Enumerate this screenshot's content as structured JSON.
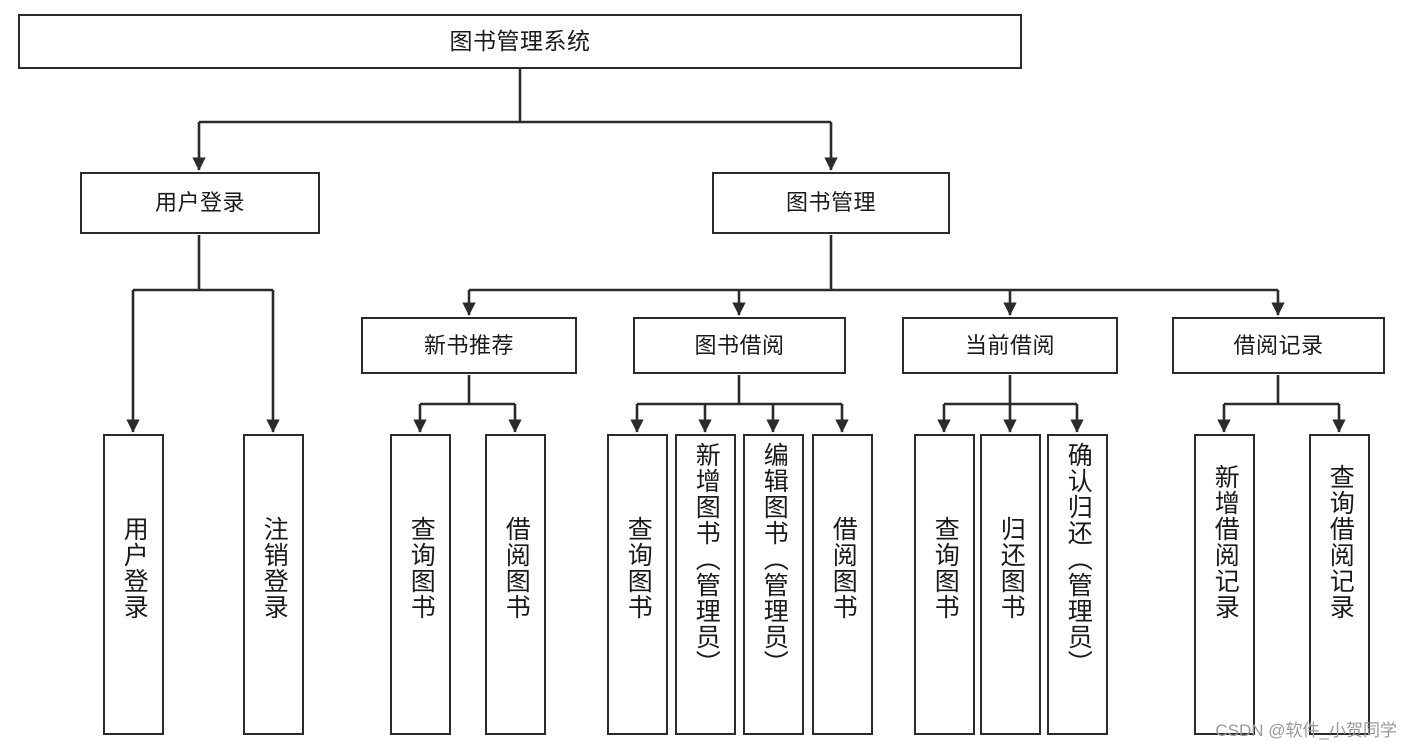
{
  "diagram": {
    "title": "图书管理系统",
    "type": "tree-hierarchy-chart",
    "watermark": "CSDN @软件_小贺同学",
    "colors": {
      "box_border": "#2b2b2b",
      "box_fill": "#ffffff",
      "edge": "#2b2b2b",
      "text": "#1a1a1a",
      "watermark": "#9a9a9a",
      "canvas": "#ffffff"
    },
    "nodes": {
      "root": {
        "label": "图书管理系统"
      },
      "level2": [
        {
          "id": "user-login",
          "label": "用户登录"
        },
        {
          "id": "book-manage",
          "label": "图书管理"
        }
      ],
      "level3": [
        {
          "id": "new-book-recommend",
          "label": "新书推荐"
        },
        {
          "id": "book-borrow",
          "label": "图书借阅"
        },
        {
          "id": "current-borrow",
          "label": "当前借阅"
        },
        {
          "id": "borrow-record",
          "label": "借阅记录"
        }
      ],
      "leaves": {
        "user-login": [
          {
            "id": "leaf-user-login",
            "label": "用户登录"
          },
          {
            "id": "leaf-logout-login",
            "label": "注销登录"
          }
        ],
        "new-book-recommend": [
          {
            "id": "leaf-query-book-1",
            "label": "查询图书"
          },
          {
            "id": "leaf-borrow-book-1",
            "label": "借阅图书"
          }
        ],
        "book-borrow": [
          {
            "id": "leaf-query-book-2",
            "label": "查询图书"
          },
          {
            "id": "leaf-add-book-admin",
            "label": "新增图书（管理员）"
          },
          {
            "id": "leaf-edit-book-admin",
            "label": "编辑图书（管理员）"
          },
          {
            "id": "leaf-borrow-book-2",
            "label": "借阅图书"
          }
        ],
        "current-borrow": [
          {
            "id": "leaf-query-book-3",
            "label": "查询图书"
          },
          {
            "id": "leaf-return-book",
            "label": "归还图书"
          },
          {
            "id": "leaf-confirm-return-admin",
            "label": "确认归还（管理员）"
          }
        ],
        "borrow-record": [
          {
            "id": "leaf-add-borrow-record",
            "label": "新增借阅记录"
          },
          {
            "id": "leaf-query-borrow-record",
            "label": "查询借阅记录"
          }
        ]
      }
    }
  }
}
